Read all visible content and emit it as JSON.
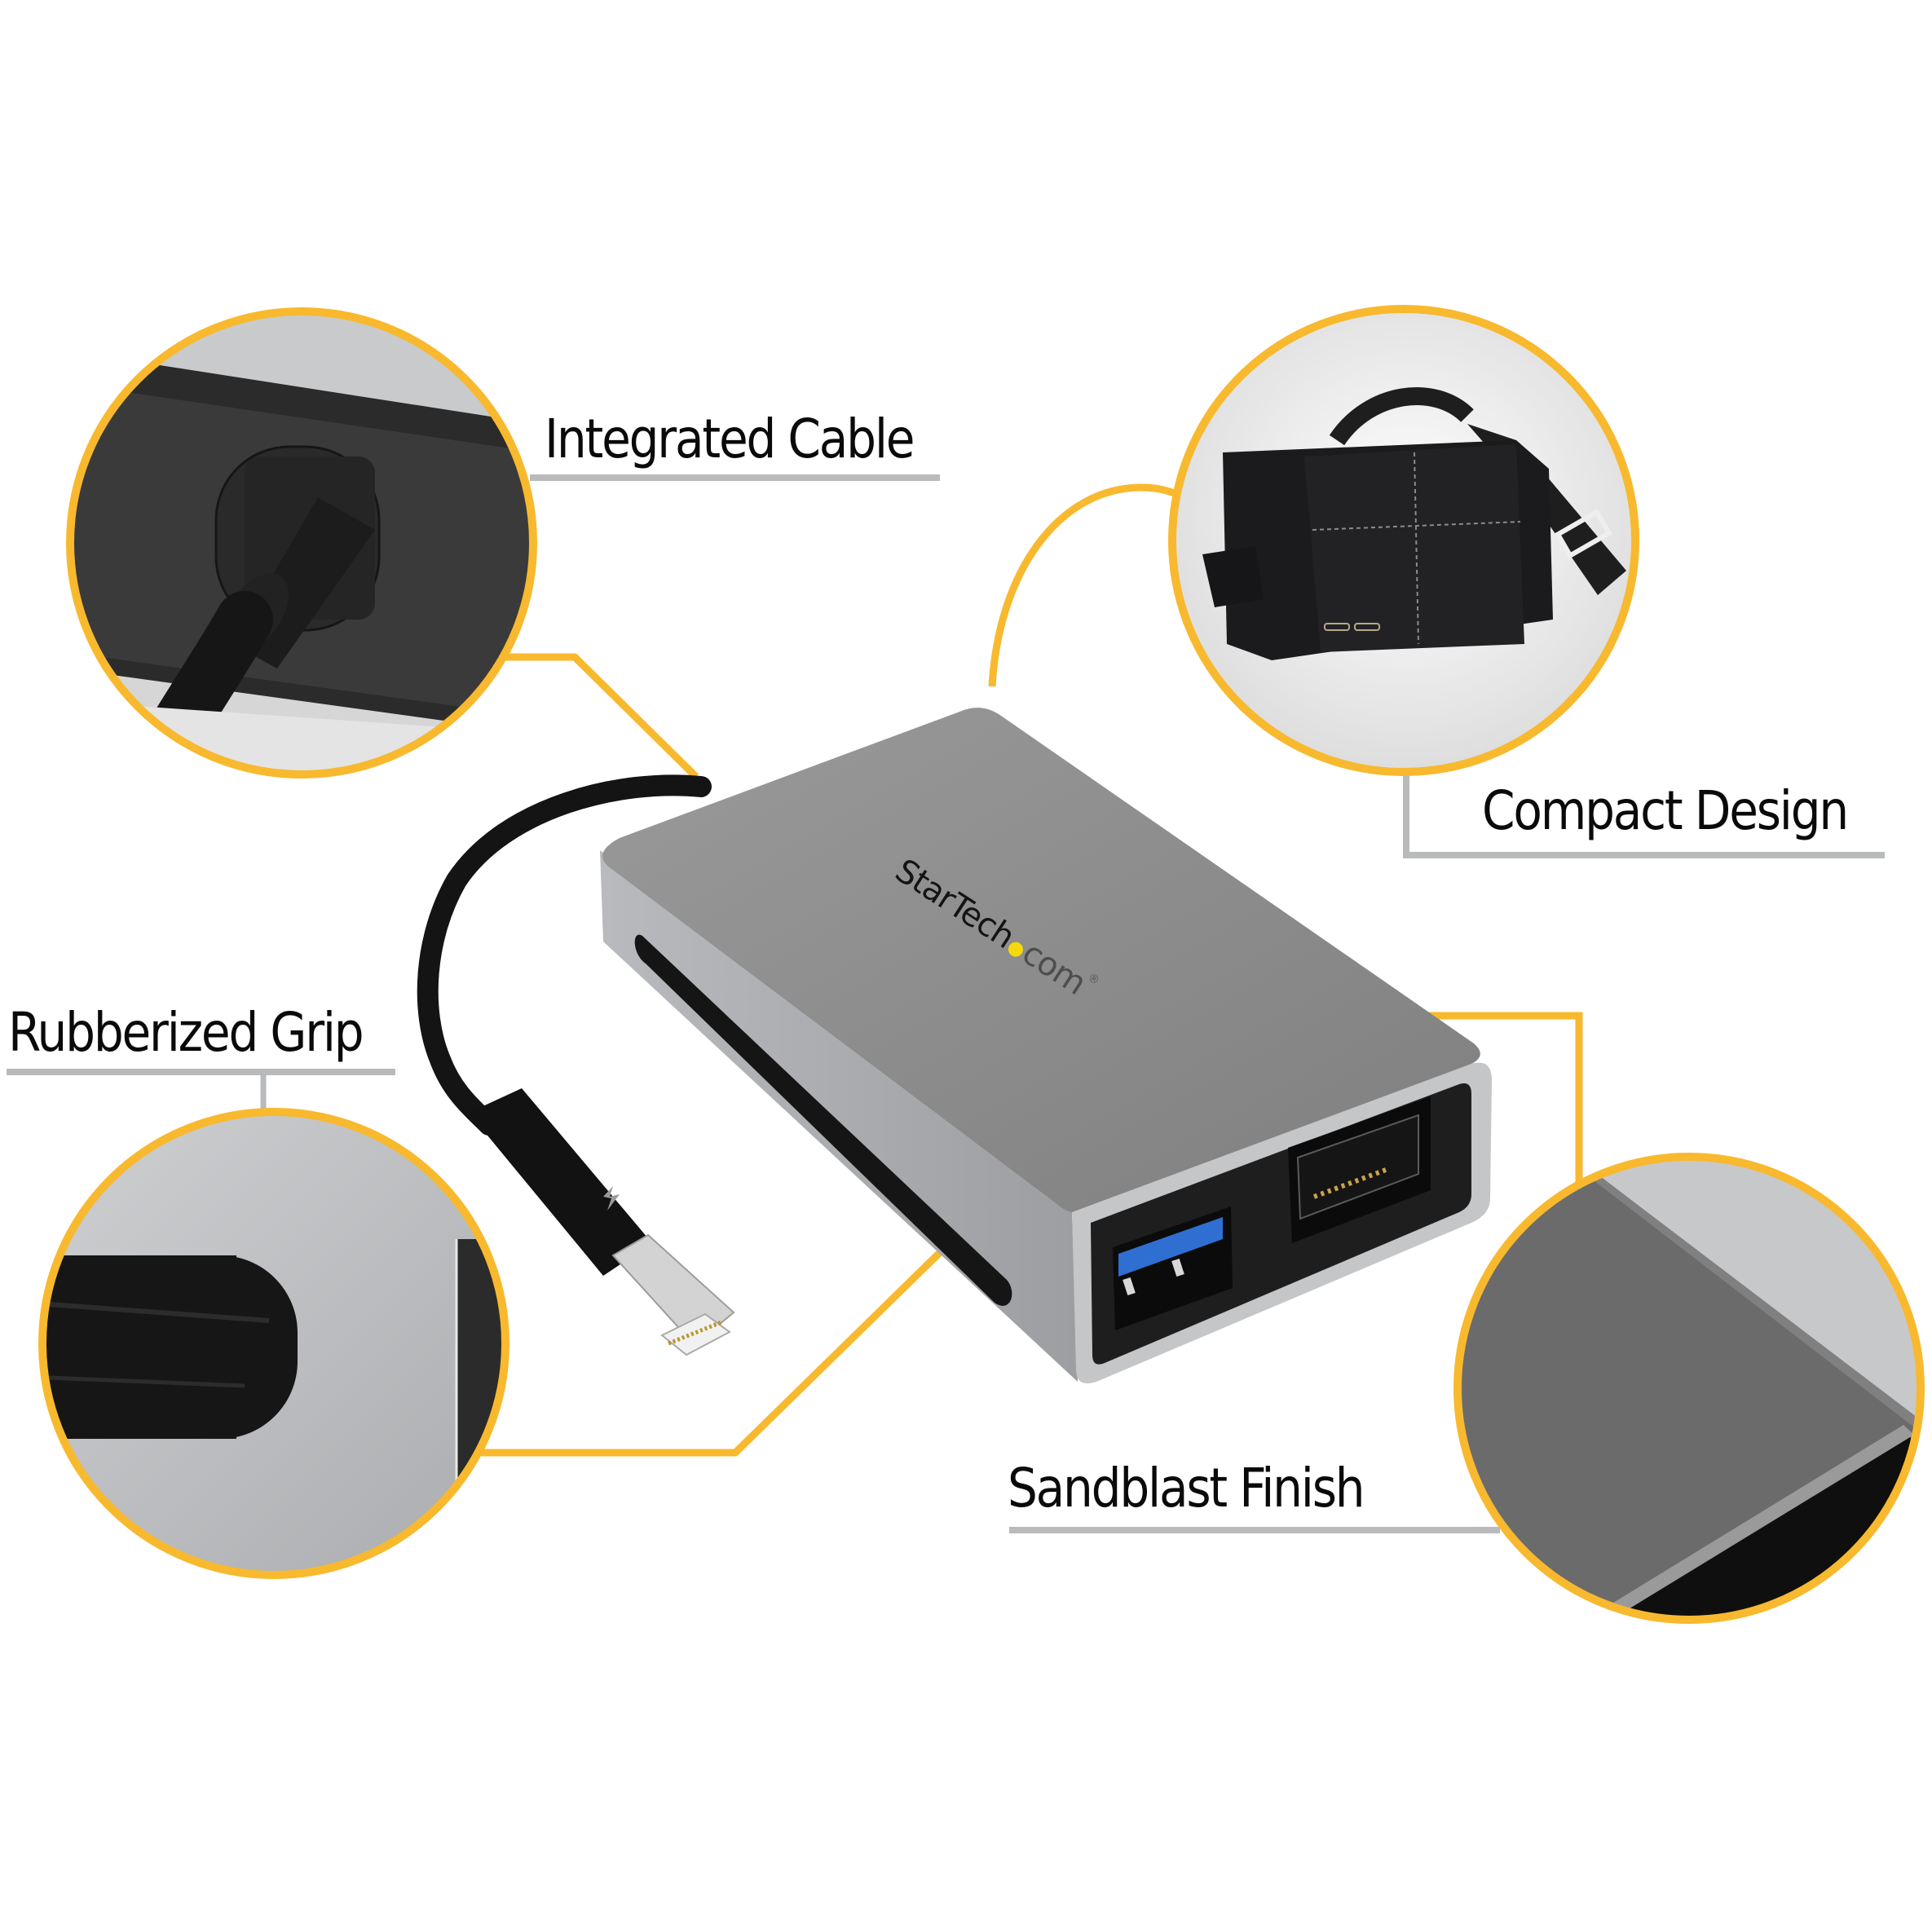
{
  "colors": {
    "accent_yellow": "#F8B92E",
    "rule_gray": "#B9BABC",
    "device_top": "#8E8E8E",
    "device_side": "#A9ABAE",
    "device_bezel": "#C4C6C8",
    "port_panel": "#1E1E1E",
    "usb_blue": "#2F6FD1",
    "cable_black": "#141414",
    "logo_dot": "#F5D90A",
    "label_text": "#0A0A0A"
  },
  "product": {
    "brand_logo": {
      "name_text": "StarTech",
      "suffix_text": ".com",
      "registered_mark": "®"
    },
    "connector_icon": "thunderbolt-icon",
    "ports": [
      "usb-3.0-port",
      "rj45-ethernet-port"
    ]
  },
  "callouts": [
    {
      "id": "integrated-cable",
      "label": "Integrated Cable",
      "detail_image": "cable-strain-relief-closeup"
    },
    {
      "id": "compact-design",
      "label": "Compact Design",
      "detail_image": "messenger-bag"
    },
    {
      "id": "rubberized-grip",
      "label": "Rubberized Grip",
      "detail_image": "rubber-grip-closeup"
    },
    {
      "id": "sandblast-finish",
      "label": "Sandblast Finish",
      "detail_image": "aluminum-corner-closeup"
    }
  ]
}
